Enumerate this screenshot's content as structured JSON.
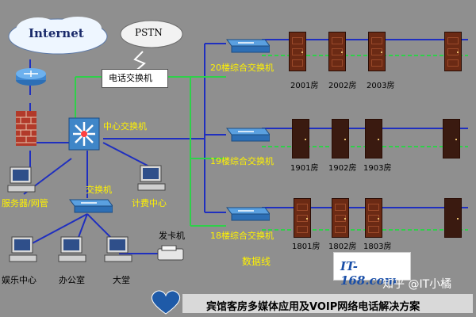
{
  "clouds": {
    "internet": "Internet",
    "pstn": "PSTN"
  },
  "labels": {
    "phone_switch": "电话交换机",
    "core_switch": "中心交换机",
    "switch": "交换机",
    "server_netadmin": "服务器/网管",
    "billing_center": "计费中心",
    "card_issuer": "发卡机",
    "entertainment": "娱乐中心",
    "office": "办公室",
    "lobby": "大堂",
    "data_line": "数据线",
    "floor20_switch": "20楼综合交换机",
    "floor19_switch": "19楼综合交换机",
    "floor18_switch": "18楼综合交换机"
  },
  "rooms": {
    "floor20": [
      "2001房",
      "2002房",
      "2003房"
    ],
    "floor19": [
      "1901房",
      "1902房",
      "1903房"
    ],
    "floor18": [
      "1801房",
      "1802房",
      "1803房"
    ]
  },
  "title": "宾馆客房多媒体应用及VOIP网络电话解决方案",
  "logo": "IT-168.com",
  "watermark": "知乎 @IT小橘",
  "colors": {
    "background": "#8f8f8f",
    "network_line": "#1f2fbf",
    "phone_line": "#2fd04a",
    "label_yellow": "#fff200",
    "door": "#6b2a14"
  }
}
